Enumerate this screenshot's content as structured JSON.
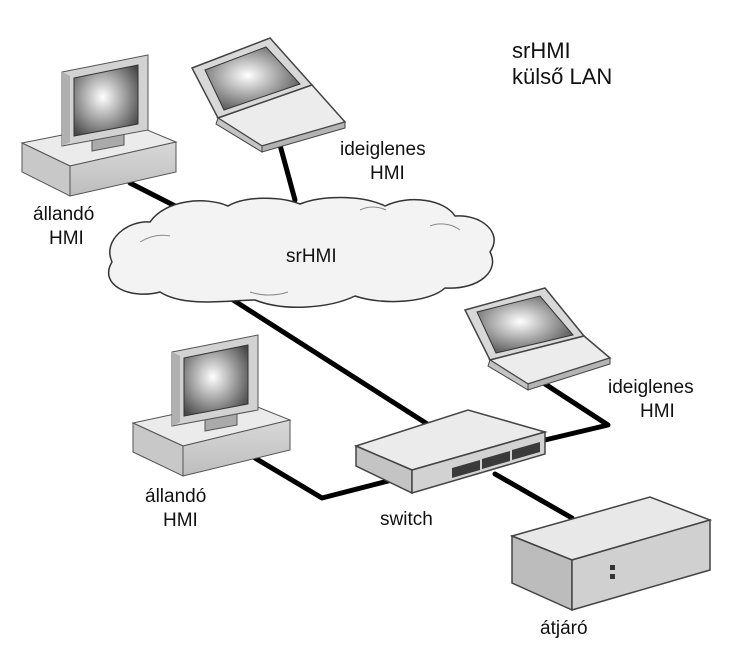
{
  "title": {
    "line1": "srHMI",
    "line2": "külső LAN"
  },
  "cloud_label": "srHMI",
  "nodes": {
    "hmi_permanent_top": {
      "line1": "állandó",
      "line2": "HMI"
    },
    "hmi_temporary_top": {
      "line1": "ideiglenes",
      "line2": "HMI"
    },
    "hmi_permanent_bottom": {
      "line1": "állandó",
      "line2": "HMI"
    },
    "hmi_temporary_bottom": {
      "line1": "ideiglenes",
      "line2": "HMI"
    },
    "switch": {
      "label": "switch"
    },
    "gateway": {
      "label": "átjáró"
    }
  },
  "colors": {
    "line": "#000000",
    "device_light": "#e6e6e6",
    "device_mid": "#c4c4c4",
    "device_dark": "#9a9a9a",
    "cloud_fill": "#f2f2f2"
  },
  "icons": [
    "desktop-computer-icon",
    "laptop-icon",
    "network-cloud-icon",
    "network-switch-icon",
    "gateway-box-icon"
  ]
}
